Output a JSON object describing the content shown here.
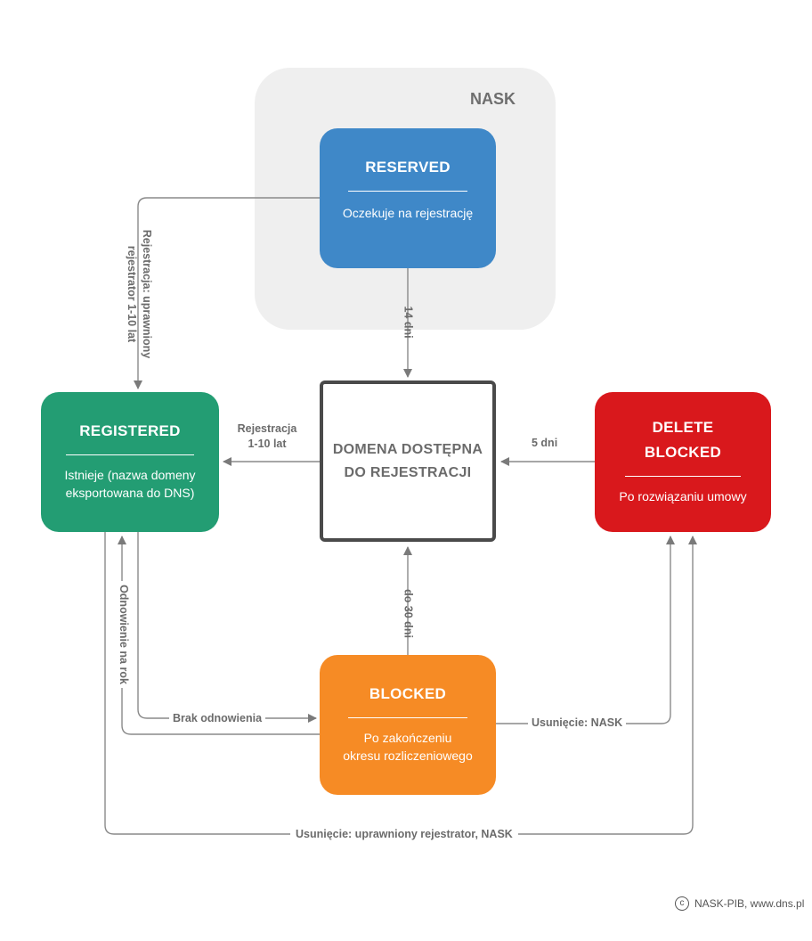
{
  "zone": {
    "label": "NASK"
  },
  "nodes": {
    "reserved": {
      "title": "RESERVED",
      "desc": "Oczekuje na rejestrację",
      "color": "#3f88c8"
    },
    "registered": {
      "title": "REGISTERED",
      "desc_line1": "Istnieje (nazwa domeny",
      "desc_line2": "eksportowana do DNS)",
      "color": "#239d73"
    },
    "available": {
      "title_line1": "DOMENA DOSTĘPNA",
      "title_line2": "DO REJESTRACJI",
      "color": "#4a4a4a"
    },
    "delete_blocked": {
      "title_line1": "DELETE",
      "title_line2": "BLOCKED",
      "desc": "Po rozwiązaniu umowy",
      "color": "#d9181c"
    },
    "blocked": {
      "title": "BLOCKED",
      "desc_line1": "Po zakończeniu",
      "desc_line2": "okresu rozliczeniowego",
      "color": "#f68b25"
    }
  },
  "edges": {
    "reserved_to_registered": {
      "line1": "Rejestracja: uprawniony",
      "line2": "rejestrator 1-10 lat"
    },
    "reserved_to_available": "14 dni",
    "available_to_registered": {
      "line1": "Rejestracja",
      "line2": "1-10 lat"
    },
    "delete_to_available": "5 dni",
    "blocked_to_available": "do 30 dni",
    "registered_renewal": "Odnowienie na rok",
    "registered_to_blocked": "Brak odnowienia",
    "blocked_to_delete": "Usunięcie: NASK",
    "registered_to_delete": "Usunięcie: uprawniony rejestrator, NASK"
  },
  "footer": {
    "text": "NASK-PIB, www.dns.pl",
    "icon": "copyright-icon"
  }
}
